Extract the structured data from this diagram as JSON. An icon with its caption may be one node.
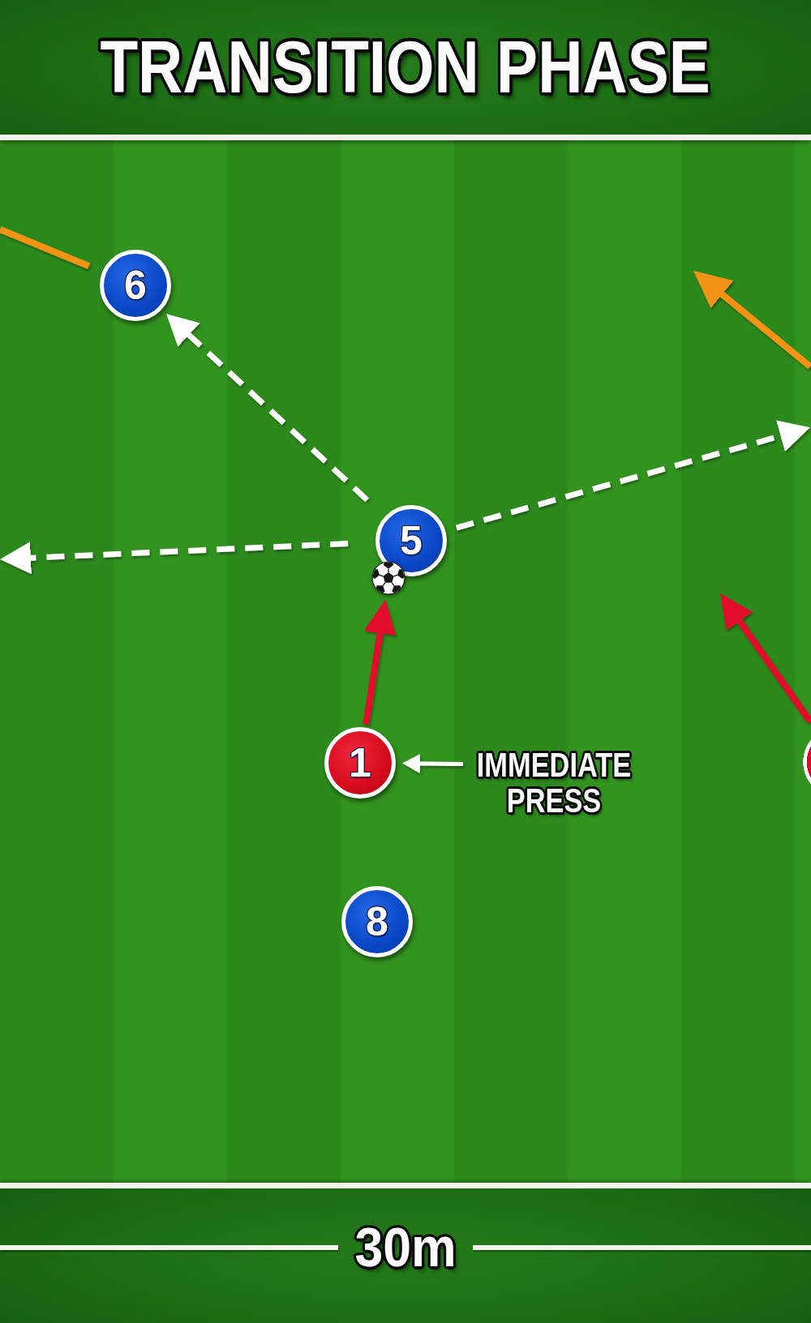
{
  "diagram": {
    "title": "TRANSITION PHASE",
    "nodes": [
      {
        "text": [
          "6"
        ]
      },
      {
        "text": [
          "5"
        ]
      },
      {
        "text": [],
        "shape": "ball"
      },
      {
        "text": [
          "1"
        ]
      },
      {
        "text": [
          "IMMEDIATE PRESS"
        ]
      },
      {
        "text": [],
        "shape": "circle"
      },
      {
        "text": [
          "8"
        ]
      }
    ],
    "edges": [
      {
        "from": 0,
        "to": null,
        "arrow": "none",
        "color": "#f39314"
      },
      {
        "from": 1,
        "to": 0,
        "arrow": "to",
        "style": "dashed"
      },
      {
        "from": 1,
        "to": null,
        "arrow": "to",
        "style": "dashed"
      },
      {
        "from": 1,
        "to": null,
        "arrow": "to",
        "style": "dashed"
      },
      {
        "from": 3,
        "to": 2,
        "arrow": "to",
        "color": "#e2112a"
      },
      {
        "from": 4,
        "to": 3,
        "arrow": "to"
      },
      {
        "from": 5,
        "to": null,
        "arrow": "to",
        "color": "#e2112a"
      }
    ],
    "labels": [
      "30m"
    ]
  }
}
